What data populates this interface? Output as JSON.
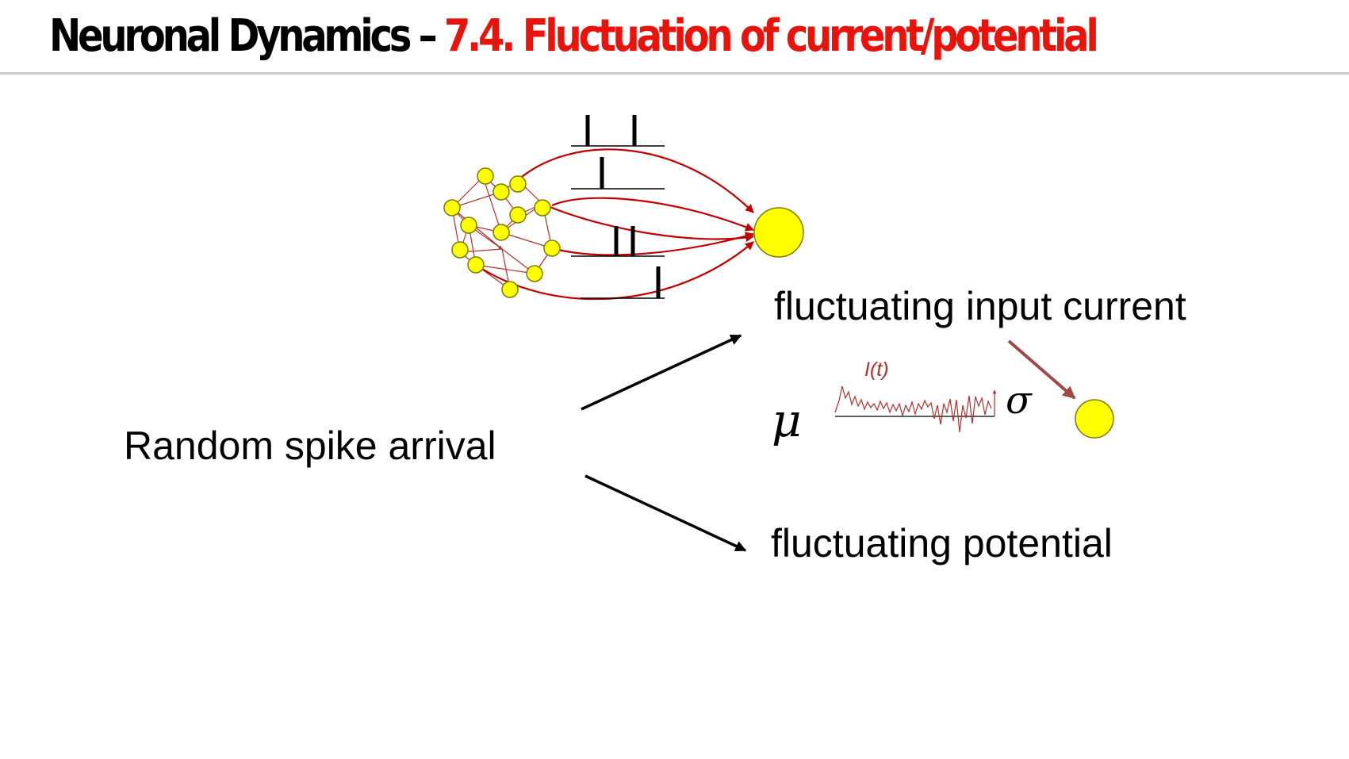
{
  "title": {
    "part1": "Neuronal Dynamics – ",
    "part2": "7.4. Fluctuation of current/potential"
  },
  "labels": {
    "random_spike": "Random spike arrival",
    "fluct_current": "fluctuating input current",
    "fluct_potential": "fluctuating potential",
    "current_symbol": "I(t)",
    "mean_symbol": "μ",
    "sigma_symbol": "σ"
  },
  "colors": {
    "title_black": "#000000",
    "title_red": "#e8140c",
    "neuron_fill": "#ffff00",
    "connection_red": "#c00000",
    "current_trace": "#b03030",
    "pointer_arrow": "#a04848"
  }
}
